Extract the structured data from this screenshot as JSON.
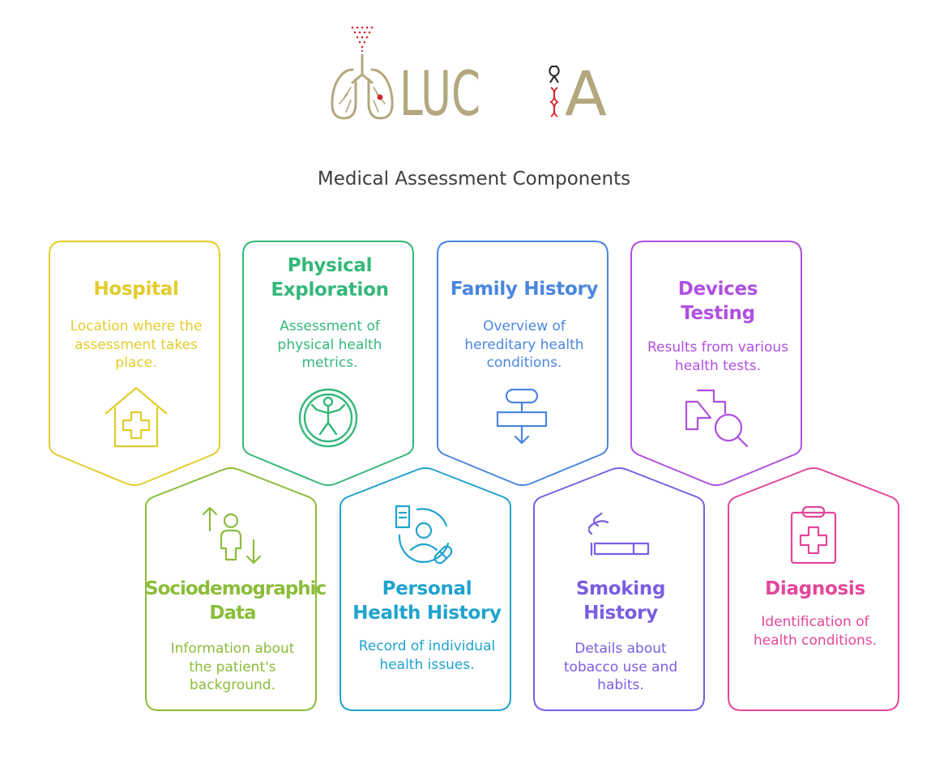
{
  "logo": {
    "text": "LUCIA"
  },
  "diagram_title": "Medical Assessment Components",
  "colors": {
    "hospital": "#e2cc2b",
    "physical": "#34b87a",
    "family": "#4a86e0",
    "devices": "#b04fe0",
    "socio": "#8bbd3a",
    "personal": "#1fa3cf",
    "smoking": "#7b5de3",
    "diagnosis": "#e3479a",
    "logo_gold": "#b3a77e",
    "logo_red": "#d6222b"
  },
  "cards": {
    "hospital": {
      "title": "Hospital",
      "desc": "Location where the\nassessment takes\nplace.",
      "icon": "hospital-house-icon"
    },
    "physical": {
      "title": "Physical\nExploration",
      "desc": "Assessment of\nphysical health\nmetrics.",
      "icon": "body-figure-icon"
    },
    "family": {
      "title": "Family History",
      "desc": "Overview of\nhereditary health\nconditions.",
      "icon": "flowchart-icon"
    },
    "devices": {
      "title": "Devices\nTesting",
      "desc": "Results from various\nhealth tests.",
      "icon": "medical-search-icon"
    },
    "socio": {
      "title": "Sociodemographic\nData",
      "desc": "Information about\nthe patient's\nbackground.",
      "icon": "person-arrows-icon"
    },
    "personal": {
      "title": "Personal\nHealth History",
      "desc": "Record of individual\nhealth issues.",
      "icon": "patient-record-icon"
    },
    "smoking": {
      "title": "Smoking\nHistory",
      "desc": "Details about\ntobacco use and\nhabits.",
      "icon": "cigarette-icon"
    },
    "diagnosis": {
      "title": "Diagnosis",
      "desc": "Identification of\nhealth conditions.",
      "icon": "clipboard-cross-icon"
    }
  }
}
